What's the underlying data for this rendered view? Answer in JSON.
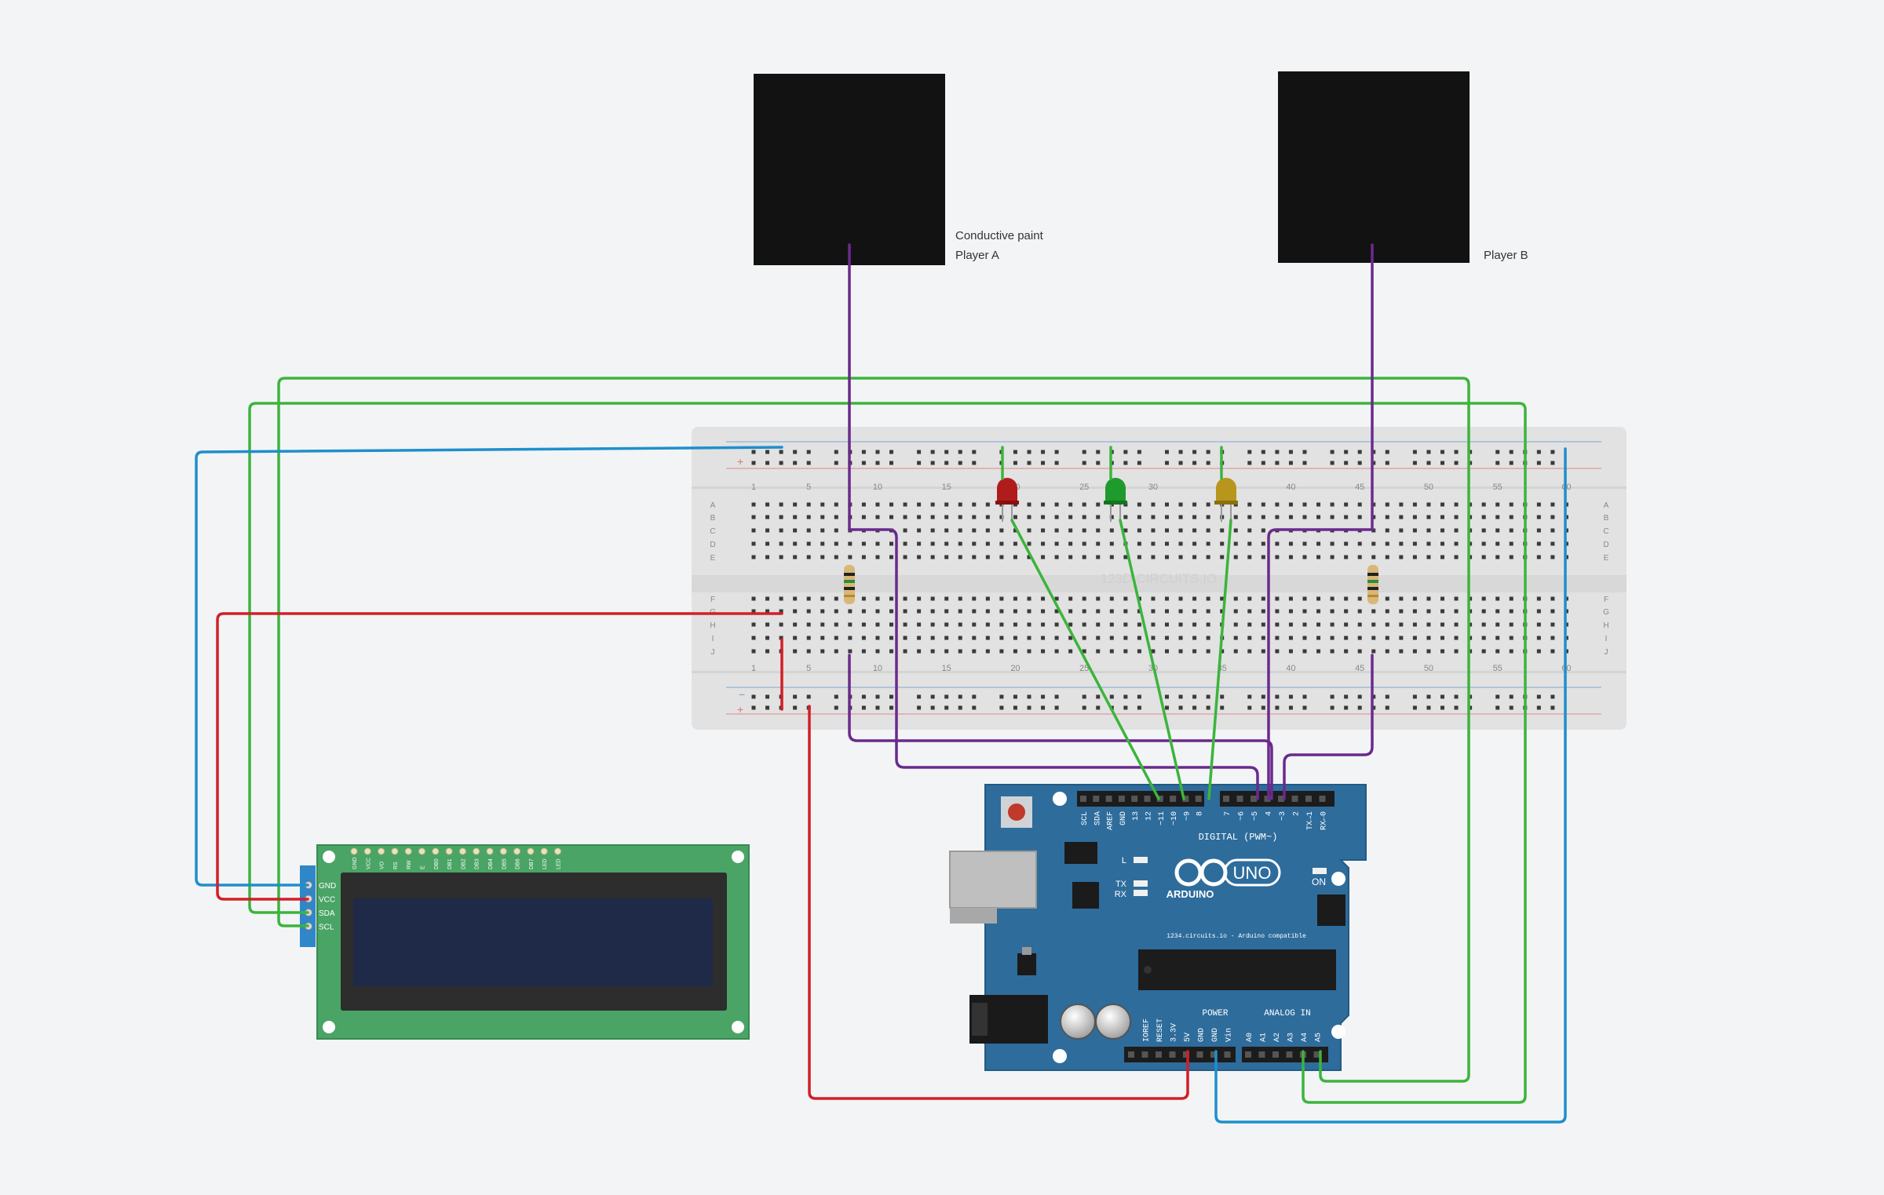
{
  "labels": {
    "pad_a_line1": "Conductive paint",
    "pad_a_line2": "Player A",
    "pad_b": "Player B"
  },
  "breadboard": {
    "watermark": "123D.CIRCUITS.IO",
    "row_letters_top": [
      "A",
      "B",
      "C",
      "D",
      "E"
    ],
    "row_letters_bottom": [
      "F",
      "G",
      "H",
      "I",
      "J"
    ],
    "column_numbers": [
      "1",
      "5",
      "10",
      "15",
      "20",
      "25",
      "30",
      "35",
      "40",
      "45",
      "50",
      "55",
      "60"
    ],
    "rail_minus": "−",
    "rail_plus": "+"
  },
  "lcd": {
    "pin_labels": [
      "GND",
      "VCC",
      "SDA",
      "SCL"
    ],
    "header_labels": [
      "GND",
      "VCC",
      "VO",
      "RS",
      "RW",
      "E",
      "DB0",
      "DB1",
      "DB2",
      "DB3",
      "DB4",
      "DB5",
      "DB6",
      "DB7",
      "LED",
      "LED"
    ]
  },
  "arduino": {
    "digital_pins": [
      "SCL",
      "SDA",
      "AREF",
      "GND",
      "13",
      "12",
      "~11",
      "~10",
      "~9",
      "8",
      "7",
      "~6",
      "~5",
      "4",
      "~3",
      "2",
      "TX→1",
      "RX←0"
    ],
    "digital_label": "DIGITAL (PWM~)",
    "logo_text": "ARDUINO",
    "model": "UNO",
    "on_label": "ON",
    "l_label": "L",
    "tx_label": "TX",
    "rx_label": "RX",
    "footer": "1234.circuits.io - Arduino compatible",
    "power_label": "POWER",
    "power_pins": [
      "IOREF",
      "RESET",
      "3.3V",
      "5V",
      "GND",
      "GND",
      "Vin"
    ],
    "analog_label": "ANALOG IN",
    "analog_pins": [
      "A0",
      "A1",
      "A2",
      "A3",
      "A4",
      "A5"
    ]
  },
  "colors": {
    "background": "#f2f4f6",
    "wire_green": "#3cb43c",
    "wire_purple": "#6a2a8c",
    "wire_red": "#d21f26",
    "wire_blue": "#1e8fcc",
    "pad": "#121212",
    "breadboard": "#e2e2e2",
    "lcd_board": "#4aa465",
    "lcd_screen": "#1e2a48",
    "arduino_board": "#2e6c9c",
    "led_red": "#b01c1c",
    "led_green": "#1f9a2c",
    "led_yellow": "#b8961c"
  }
}
